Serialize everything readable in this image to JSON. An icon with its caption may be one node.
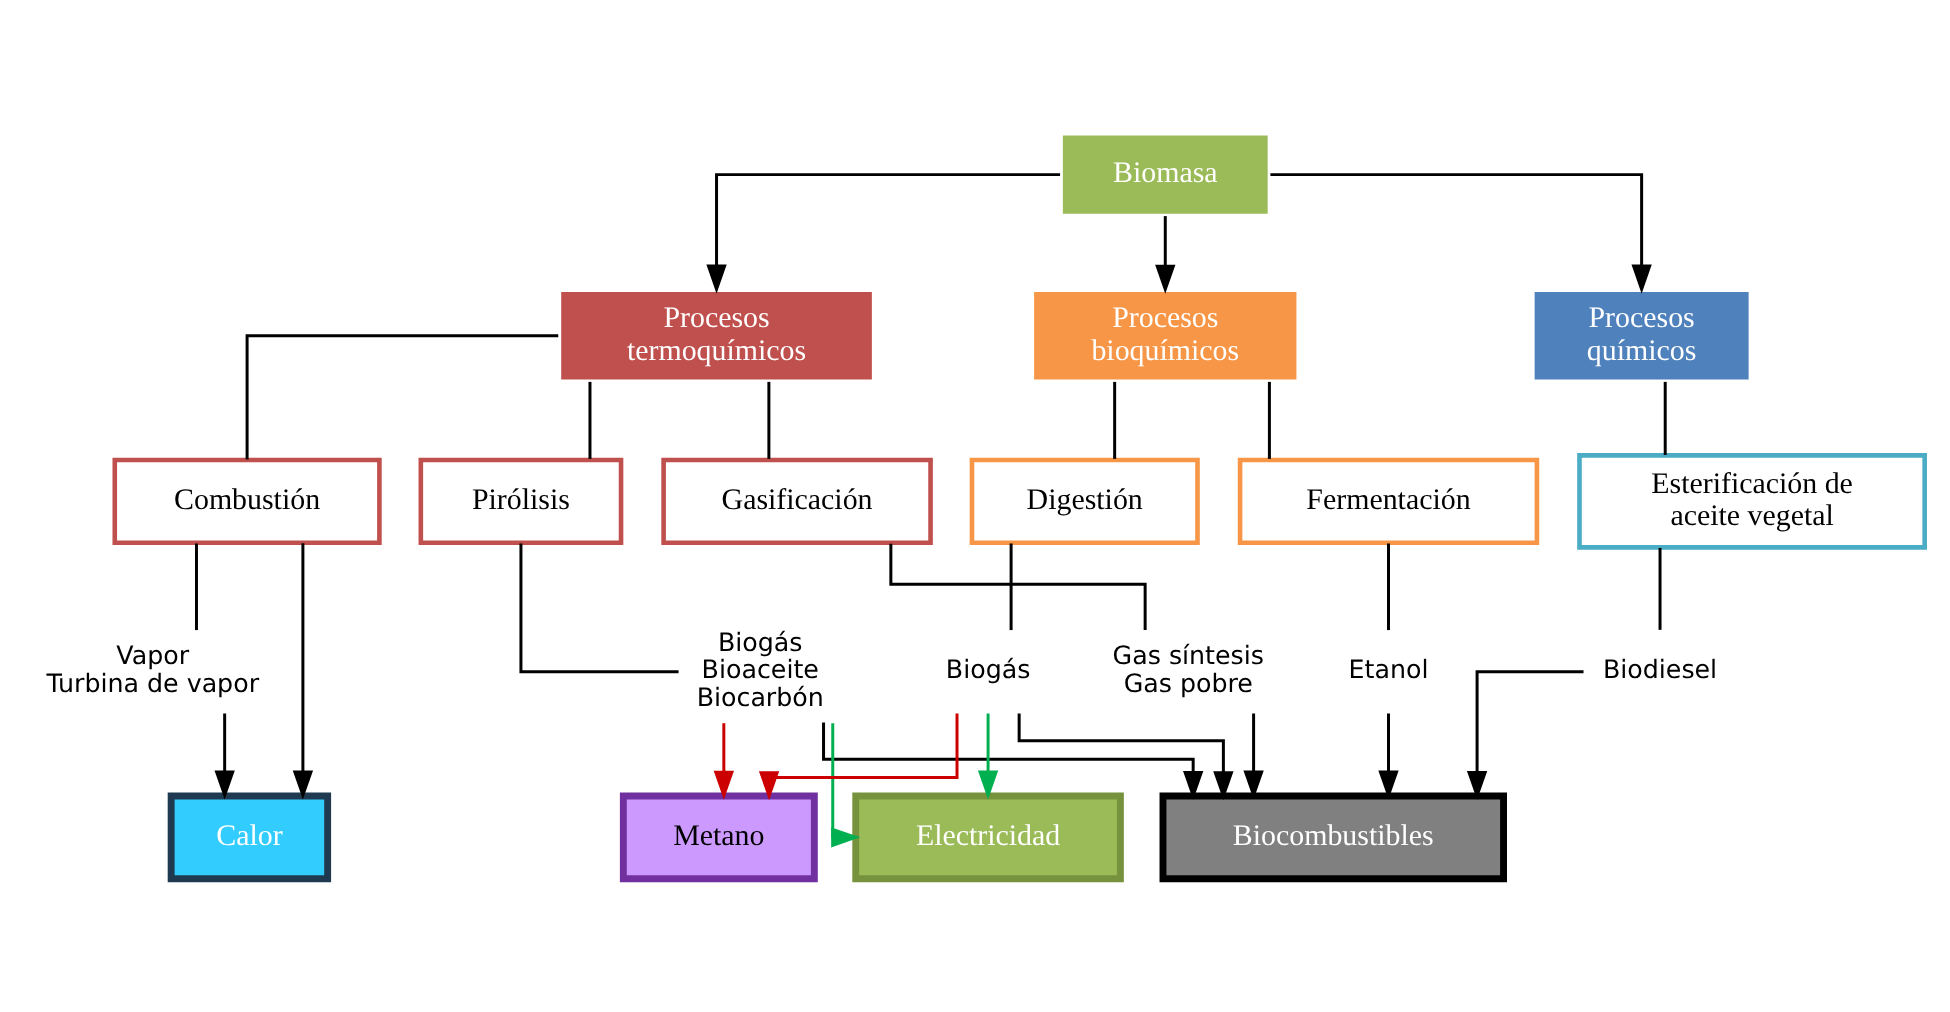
{
  "diagram": {
    "nodes": [
      {
        "text": [
          "Biomasa"
        ]
      },
      {
        "text": [
          "Procesos termoquímicos"
        ]
      },
      {
        "text": [
          "Procesos bioquímicos"
        ]
      },
      {
        "text": [
          "Procesos químicos"
        ]
      },
      {
        "text": [
          "Combustión"
        ]
      },
      {
        "text": [
          "Pirólisis"
        ]
      },
      {
        "text": [
          "Gasificación"
        ]
      },
      {
        "text": [
          "Fermentación"
        ]
      },
      {
        "text": [
          "Digestión"
        ]
      },
      {
        "text": [
          "Esterificación de aceite vegetal"
        ]
      },
      {
        "text": [
          "Vapor Turbina de vapor"
        ]
      },
      {
        "text": [
          "Biogás Bioaceite Biocarbón"
        ]
      },
      {
        "text": [
          "Gas síntesis Gas pobre"
        ]
      },
      {
        "text": [
          "Etanol"
        ]
      },
      {
        "text": [
          "Biogás"
        ]
      },
      {
        "text": [
          "Biodiesel"
        ]
      },
      {
        "text": [
          "Calor"
        ]
      },
      {
        "text": [
          "Metano"
        ]
      },
      {
        "text": [
          "Biocombustibles"
        ]
      },
      {
        "text": [
          "Electricidad"
        ]
      }
    ],
    "edges": [
      {
        "from": 0,
        "to": 1,
        "arrow": "to"
      },
      {
        "from": 0,
        "to": 2,
        "arrow": "to"
      },
      {
        "from": 0,
        "to": 3,
        "arrow": "to"
      },
      {
        "from": 1,
        "to": 4,
        "arrow": "none"
      },
      {
        "from": 1,
        "to": 5,
        "arrow": "none"
      },
      {
        "from": 1,
        "to": 6,
        "arrow": "none"
      },
      {
        "from": 2,
        "to": 7,
        "arrow": "none"
      },
      {
        "from": 2,
        "to": 8,
        "arrow": "none"
      },
      {
        "from": 3,
        "to": 9,
        "arrow": "none"
      },
      {
        "from": 4,
        "to": 10,
        "arrow": "none"
      },
      {
        "from": 5,
        "to": 11,
        "arrow": "none"
      },
      {
        "from": 6,
        "to": 12,
        "arrow": "none"
      },
      {
        "from": 7,
        "to": 13,
        "arrow": "none"
      },
      {
        "from": 8,
        "to": 14,
        "arrow": "none"
      },
      {
        "from": 9,
        "to": 15,
        "arrow": "none"
      },
      {
        "from": 4,
        "to": 16,
        "arrow": "to"
      },
      {
        "from": 10,
        "to": 16,
        "arrow": "to"
      },
      {
        "from": 11,
        "to": 17,
        "arrow": "to",
        "color": "#cc0000"
      },
      {
        "from": 14,
        "to": 17,
        "arrow": "to",
        "color": "#cc0000"
      },
      {
        "from": 11,
        "to": 18,
        "arrow": "to"
      },
      {
        "from": 12,
        "to": 18,
        "arrow": "to"
      },
      {
        "from": 13,
        "to": 18,
        "arrow": "to"
      },
      {
        "from": 14,
        "to": 18,
        "arrow": "to"
      },
      {
        "from": 15,
        "to": 18,
        "arrow": "to"
      },
      {
        "from": 11,
        "to": 19,
        "arrow": "to",
        "color": "#00b050"
      },
      {
        "from": 14,
        "to": 19,
        "arrow": "to",
        "color": "#00b050"
      }
    ]
  }
}
